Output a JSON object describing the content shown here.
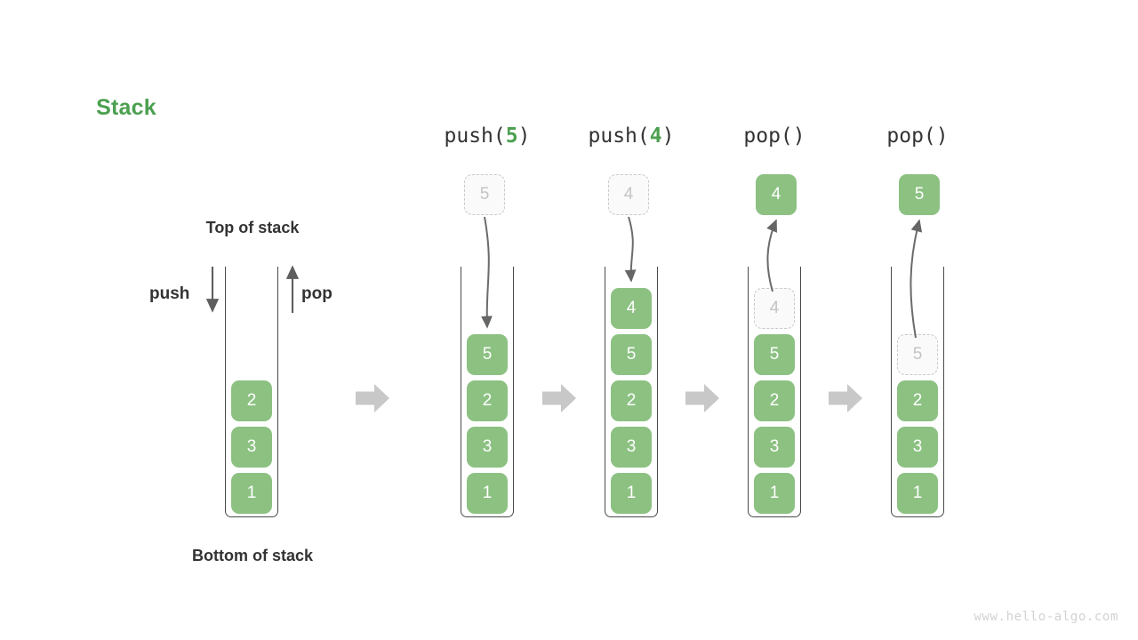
{
  "diagram": {
    "title": "Stack",
    "title_color": "#4ca050",
    "element_color": "#8cc182",
    "ghost_color": "#c4c4c4",
    "arrow_color": "#666666",
    "flow_arrow_color": "#c8c8c8",
    "labels": {
      "top_of_stack": "Top of stack",
      "bottom_of_stack": "Bottom of stack",
      "push": "push",
      "pop": "pop"
    },
    "watermark": "www.hello-algo.com",
    "initial_stack": {
      "cells": [
        "2",
        "3",
        "1"
      ]
    },
    "steps": [
      {
        "op": "push",
        "header_prefix": "push(",
        "header_arg": "5",
        "header_suffix": ")",
        "incoming_label": "5",
        "direction": "down",
        "cells": [
          {
            "value": "5",
            "state": "solid"
          },
          {
            "value": "2",
            "state": "solid"
          },
          {
            "value": "3",
            "state": "solid"
          },
          {
            "value": "1",
            "state": "solid"
          }
        ]
      },
      {
        "op": "push",
        "header_prefix": "push(",
        "header_arg": "4",
        "header_suffix": ")",
        "incoming_label": "4",
        "direction": "down",
        "cells": [
          {
            "value": "4",
            "state": "solid"
          },
          {
            "value": "5",
            "state": "solid"
          },
          {
            "value": "2",
            "state": "solid"
          },
          {
            "value": "3",
            "state": "solid"
          },
          {
            "value": "1",
            "state": "solid"
          }
        ]
      },
      {
        "op": "pop",
        "header_prefix": "pop(",
        "header_arg": "",
        "header_suffix": ")",
        "outgoing_label": "4",
        "direction": "up",
        "cells": [
          {
            "value": "4",
            "state": "ghost"
          },
          {
            "value": "5",
            "state": "solid"
          },
          {
            "value": "2",
            "state": "solid"
          },
          {
            "value": "3",
            "state": "solid"
          },
          {
            "value": "1",
            "state": "solid"
          }
        ]
      },
      {
        "op": "pop",
        "header_prefix": "pop(",
        "header_arg": "",
        "header_suffix": ")",
        "outgoing_label": "5",
        "direction": "up",
        "cells": [
          {
            "value": "5",
            "state": "ghost"
          },
          {
            "value": "2",
            "state": "solid"
          },
          {
            "value": "3",
            "state": "solid"
          },
          {
            "value": "1",
            "state": "solid"
          }
        ]
      }
    ]
  }
}
